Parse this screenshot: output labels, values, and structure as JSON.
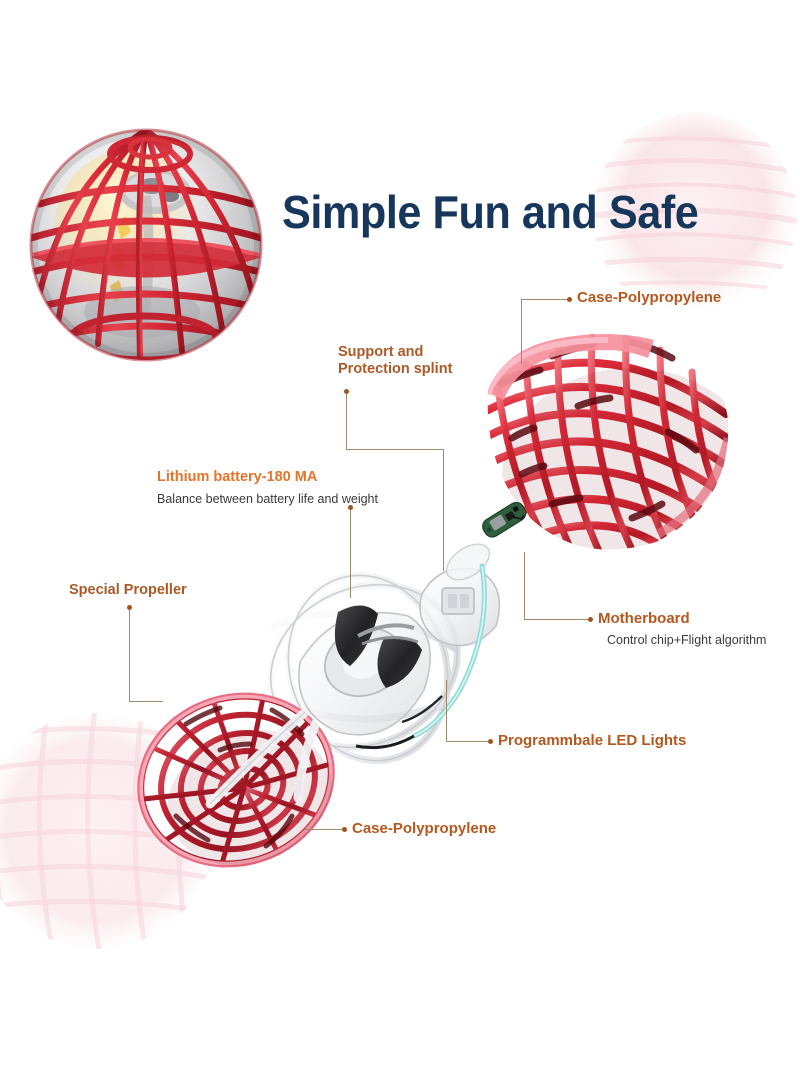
{
  "page": {
    "title": "Simple Fun and Safe",
    "background_color": "#ffffff",
    "title_color": "#16365c"
  },
  "colors": {
    "label_brown": "#b4581f",
    "label_orange": "#e5732a",
    "sublabel_gray": "#3a3a3a",
    "leader_line": "#a08a6e",
    "cage_red": "#d8323c",
    "cage_red_dark": "#8e1422",
    "cage_pink": "#e8798f",
    "pcb_green": "#2d5a3a",
    "led_teal": "#7fd6cf",
    "propeller_dark": "#2b2b2b",
    "ghost_pink": "#f4bcc6"
  },
  "callouts": [
    {
      "id": "case-polypropylene-top",
      "label": "Case-Polypropylene",
      "sublabel": "",
      "color_key": "label_brown",
      "anchor": "top-right-cage"
    },
    {
      "id": "support-protection-splint",
      "label": "Support and\nProtection splint",
      "sublabel": "",
      "color_key": "label_brown",
      "anchor": "inner-frame"
    },
    {
      "id": "lithium-battery",
      "label": "Lithium battery-180 MA",
      "sublabel": "Balance between battery life and weight",
      "color_key": "label_orange",
      "anchor": "battery"
    },
    {
      "id": "special-propeller",
      "label": "Special Propeller",
      "sublabel": "",
      "color_key": "label_brown",
      "anchor": "propeller"
    },
    {
      "id": "motherboard",
      "label": "Motherboard",
      "sublabel": "Control chip+Flight algorithm",
      "color_key": "label_brown",
      "anchor": "pcb"
    },
    {
      "id": "programmable-led-lights",
      "label": "Programmbale LED Lights",
      "sublabel": "",
      "color_key": "label_brown",
      "anchor": "led-strip"
    },
    {
      "id": "case-polypropylene-bottom",
      "label": "Case-Polypropylene",
      "sublabel": "",
      "color_key": "label_brown",
      "anchor": "bottom-left-cage"
    }
  ],
  "parts": {
    "hero_ball": "assembled-flying-orb-red-cage",
    "top_cage": "upper-cage-hemisphere-red",
    "bottom_cage": "lower-cage-hemisphere-red",
    "inner_assembly": "white-propeller-core-assembly",
    "motherboard": "green-circuit-board",
    "led_strip": "teal-led-light-strip"
  }
}
